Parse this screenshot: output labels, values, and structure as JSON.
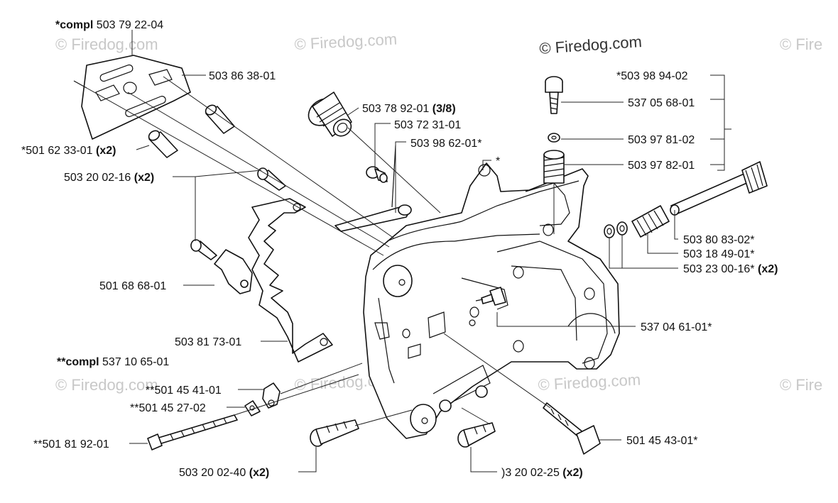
{
  "watermark": {
    "main": "© Firedog.com",
    "faint": [
      "© Firedog.com",
      "© Firedog.com",
      "© Fire",
      "© Firedog.com",
      "© Firedog.com",
      "© Firedog.com",
      "© Fire"
    ]
  },
  "callouts": [
    {
      "id": "compl-main",
      "prefix": "*",
      "bold": "compl",
      "text": " 503 79 22-04",
      "suffix": ""
    },
    {
      "id": "plate",
      "prefix": "",
      "bold": "",
      "text": "503 86 38-01",
      "suffix": ""
    },
    {
      "id": "spacer",
      "prefix": "",
      "bold": "",
      "text": "*501 62 33-01 ",
      "suffix": "(x2)"
    },
    {
      "id": "screw-16",
      "prefix": "",
      "bold": "",
      "text": "503 20 02-16 ",
      "suffix": "(x2)"
    },
    {
      "id": "bushing",
      "prefix": "",
      "bold": "",
      "text": "503 78 92-01 ",
      "suffix": "(3/8)"
    },
    {
      "id": "pin",
      "prefix": "",
      "bold": "",
      "text": "503 72 31-01",
      "suffix": ""
    },
    {
      "id": "lever",
      "prefix": "",
      "bold": "",
      "text": "503 98 62-01*",
      "suffix": ""
    },
    {
      "id": "star",
      "prefix": "",
      "bold": "",
      "text": "*",
      "suffix": ""
    },
    {
      "id": "oil-kit",
      "prefix": "",
      "bold": "",
      "text": "*503 98 94-02",
      "suffix": ""
    },
    {
      "id": "oil-screw",
      "prefix": "",
      "bold": "",
      "text": "537 05 68-01",
      "suffix": ""
    },
    {
      "id": "oil-washer",
      "prefix": "",
      "bold": "",
      "text": "503 97 81-02",
      "suffix": ""
    },
    {
      "id": "oil-spring",
      "prefix": "",
      "bold": "",
      "text": "503 97 82-01",
      "suffix": ""
    },
    {
      "id": "shaft",
      "prefix": "",
      "bold": "",
      "text": "503 80 83-02*",
      "suffix": ""
    },
    {
      "id": "spring",
      "prefix": "",
      "bold": "",
      "text": "503 18 49-01*",
      "suffix": ""
    },
    {
      "id": "washers",
      "prefix": "",
      "bold": "",
      "text": "503 23 00-16* ",
      "suffix": "(x2)"
    },
    {
      "id": "bracket",
      "prefix": "",
      "bold": "",
      "text": "501 68 68-01",
      "suffix": ""
    },
    {
      "id": "guide-plate",
      "prefix": "",
      "bold": "",
      "text": "503 81 73-01",
      "suffix": ""
    },
    {
      "id": "adjuster",
      "prefix": "",
      "bold": "",
      "text": "537 04 61-01*",
      "suffix": ""
    },
    {
      "id": "compl-2",
      "prefix": "**",
      "bold": "compl",
      "text": " 537 10 65-01",
      "suffix": ""
    },
    {
      "id": "tensioner-pin",
      "prefix": "",
      "bold": "",
      "text": "**501 45 41-01",
      "suffix": ""
    },
    {
      "id": "tensioner-nut",
      "prefix": "",
      "bold": "",
      "text": "**501 45 27-02",
      "suffix": ""
    },
    {
      "id": "tensioner-screw",
      "prefix": "",
      "bold": "",
      "text": "**501 81 92-01",
      "suffix": ""
    },
    {
      "id": "bolt",
      "prefix": "",
      "bold": "",
      "text": "501 45 43-01*",
      "suffix": ""
    },
    {
      "id": "screw-40",
      "prefix": "",
      "bold": "",
      "text": "503 20 02-40 ",
      "suffix": "(x2)"
    },
    {
      "id": "screw-25",
      "prefix": "",
      "bold": "",
      "text": ")3 20 02-25 ",
      "suffix": "(x2)"
    }
  ]
}
